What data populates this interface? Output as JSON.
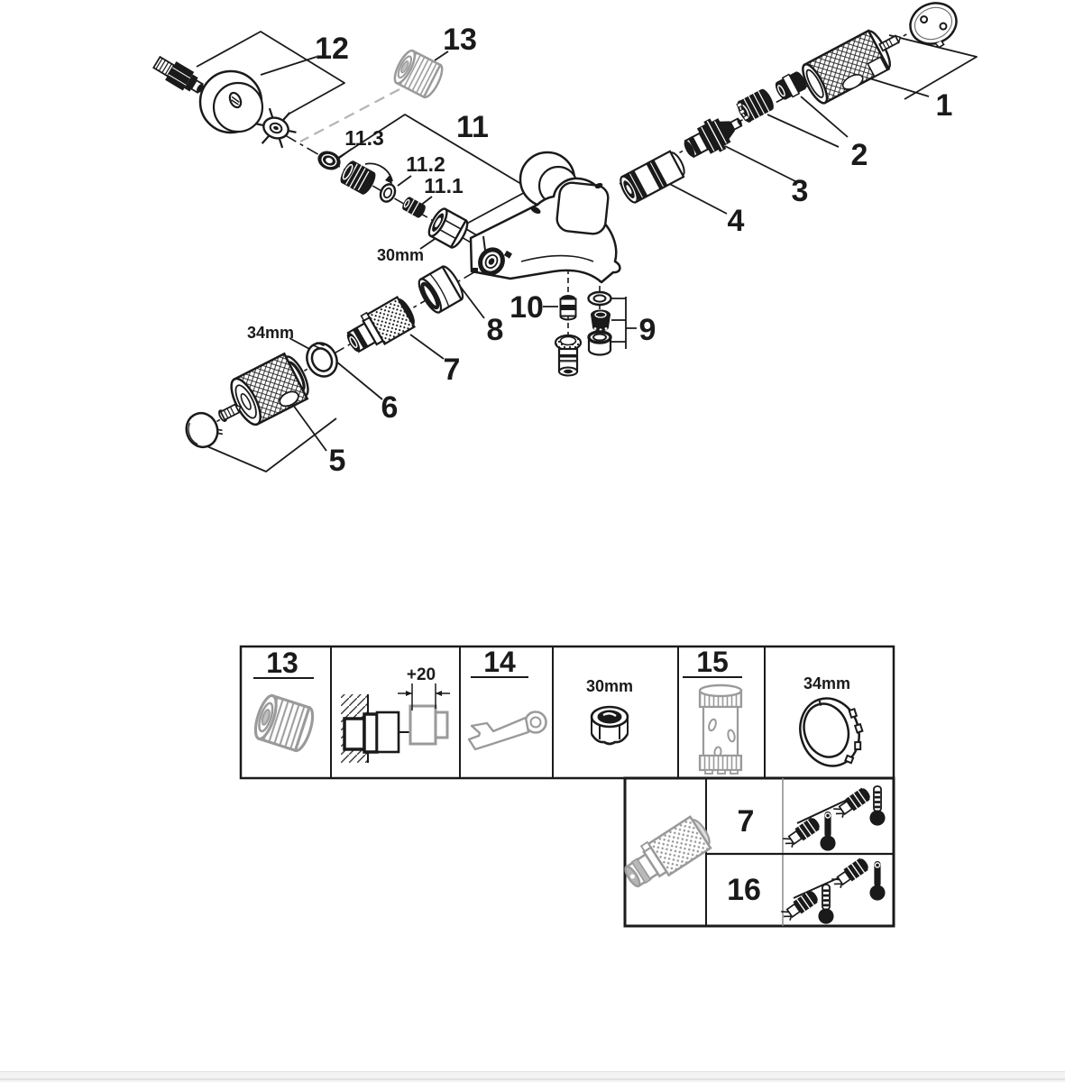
{
  "diagram": {
    "labels": {
      "p1": "1",
      "p2": "2",
      "p3": "3",
      "p4": "4",
      "p5": "5",
      "p6": "6",
      "p7": "7",
      "p8": "8",
      "p9": "9",
      "p10": "10",
      "p11": "11",
      "p11_1": "11.1",
      "p11_2": "11.2",
      "p11_3": "11.3",
      "p12": "12",
      "p13": "13",
      "size30": "30mm",
      "size34": "34mm"
    },
    "icon_names": [
      "screw-fitting-icon",
      "escutcheon-icon",
      "star-washer-icon",
      "union-nut-icon",
      "faucet-body-icon",
      "check-valve-icon",
      "mousseur-icon",
      "thermo-cartridge-icon",
      "handle-knob-icon",
      "cap-icon",
      "aquadimmer-icon",
      "retaining-ring-icon"
    ]
  },
  "parts_table": {
    "c13": "13",
    "dim": "+20",
    "c14": "14",
    "d30": "30mm",
    "c15": "15",
    "d34": "34mm"
  },
  "service_table": {
    "r7": "7",
    "r16": "16"
  },
  "colors": {
    "ink": "#1a1a1a",
    "grey_part": "#9a9a9a",
    "footer_strip": "#f3f3f3"
  }
}
